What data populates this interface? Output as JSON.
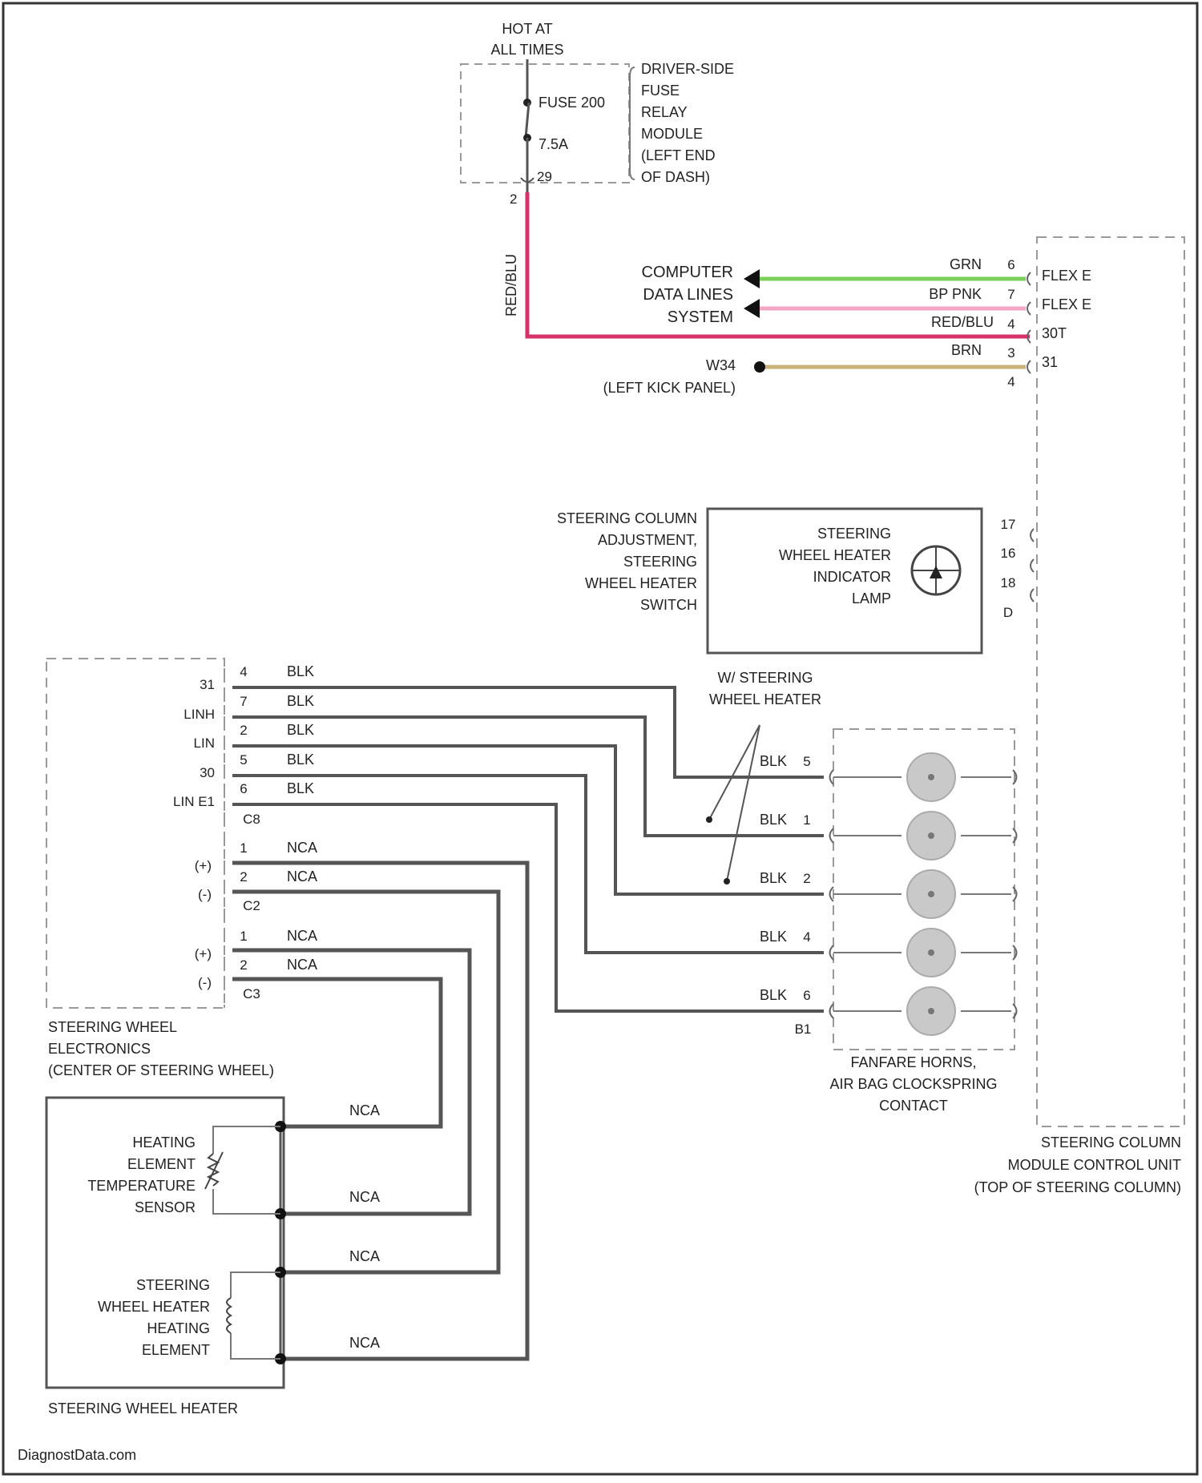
{
  "fuse_block": {
    "hot_label": [
      "HOT AT",
      "ALL TIMES"
    ],
    "fuse_name": "FUSE 200",
    "fuse_rating": "7.5A",
    "module_label": [
      "DRIVER-SIDE",
      "FUSE",
      "RELAY",
      "MODULE",
      "(LEFT END",
      "OF DASH)"
    ],
    "pin_top": "29",
    "pin_bottom": "2"
  },
  "feed_wire_label": "RED/BLU",
  "data_lines": {
    "label": [
      "COMPUTER",
      "DATA LINES",
      "SYSTEM"
    ],
    "ground_label": [
      "W34",
      "(LEFT KICK PANEL)"
    ]
  },
  "sccm_connector": [
    {
      "color_label": "GRN",
      "pin": "6",
      "func": "FLEX E"
    },
    {
      "color_label": "BP PNK",
      "pin": "7",
      "func": "FLEX E"
    },
    {
      "color_label": "RED/BLU",
      "pin": "4",
      "func": "30T"
    },
    {
      "color_label": "BRN",
      "pin": "3",
      "func": "31"
    },
    {
      "color_label": "",
      "pin": "4",
      "func": ""
    }
  ],
  "switch_block": {
    "outer_label": [
      "STEERING COLUMN",
      "ADJUSTMENT,",
      "STEERING",
      "WHEEL HEATER",
      "SWITCH"
    ],
    "inner_label": [
      "STEERING",
      "WHEEL HEATER",
      "INDICATOR",
      "LAMP"
    ],
    "pins": [
      "17",
      "16",
      "18",
      "D"
    ]
  },
  "electronics": {
    "label": [
      "STEERING WHEEL",
      "ELECTRONICS",
      "(CENTER OF STEERING WHEEL)"
    ],
    "c8_rows": [
      {
        "func": "31",
        "pin": "4",
        "color": "BLK"
      },
      {
        "func": "LINH",
        "pin": "7",
        "color": "BLK"
      },
      {
        "func": "LIN",
        "pin": "2",
        "color": "BLK"
      },
      {
        "func": "30",
        "pin": "5",
        "color": "BLK"
      },
      {
        "func": "LIN E1",
        "pin": "6",
        "color": "BLK"
      }
    ],
    "c8_name": "C8",
    "c2_rows": [
      {
        "func": "(+)",
        "pin": "1",
        "color": "NCA"
      },
      {
        "func": "(-)",
        "pin": "2",
        "color": "NCA"
      }
    ],
    "c2_name": "C2",
    "c3_rows": [
      {
        "func": "(+)",
        "pin": "1",
        "color": "NCA"
      },
      {
        "func": "(-)",
        "pin": "2",
        "color": "NCA"
      }
    ],
    "c3_name": "C3"
  },
  "steering_heater_note": [
    "W/ STEERING",
    "WHEEL HEATER"
  ],
  "clockspring": {
    "label": [
      "FANFARE HORNS,",
      "AIR BAG CLOCKSPRING",
      "CONTACT"
    ],
    "rows": [
      {
        "color": "BLK",
        "pin": "5"
      },
      {
        "color": "BLK",
        "pin": "1"
      },
      {
        "color": "BLK",
        "pin": "2"
      },
      {
        "color": "BLK",
        "pin": "4"
      },
      {
        "color": "BLK",
        "pin": "6"
      }
    ],
    "connector_name": "B1"
  },
  "sccm_label": [
    "STEERING COLUMN",
    "MODULE CONTROL UNIT",
    "(TOP OF STEERING COLUMN)"
  ],
  "heater": {
    "label": "STEERING WHEEL HEATER",
    "sensor_label": [
      "HEATING",
      "ELEMENT",
      "TEMPERATURE",
      "SENSOR"
    ],
    "element_label": [
      "STEERING",
      "WHEEL HEATER",
      "HEATING",
      "ELEMENT"
    ],
    "wire_labels": [
      "NCA",
      "NCA",
      "NCA",
      "NCA"
    ]
  },
  "watermark": "DiagnostData.com",
  "colors": {
    "green_wire": "#7ccf5a",
    "pink_wire": "#f2a6c4",
    "red_wire": "#d5326a",
    "brown_wire": "#c9b27a",
    "black_wire": "#555555",
    "dash_line": "#9a9a9a"
  }
}
